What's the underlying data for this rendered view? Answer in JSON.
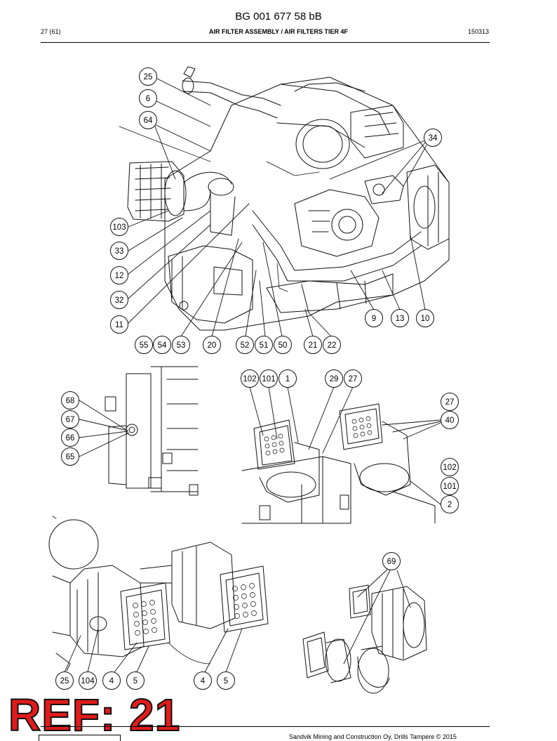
{
  "header": {
    "doc_number": "BG 001 677 58 bB",
    "page": "27 (61)",
    "title": "AIR FILTER ASSEMBLY / AIR FILTERS TIER 4F",
    "date_code": "150313"
  },
  "callouts": {
    "main": [
      "25",
      "6",
      "64",
      "34",
      "103",
      "33",
      "12",
      "32",
      "11",
      "9",
      "13",
      "10",
      "55",
      "54",
      "53",
      "20",
      "52",
      "51",
      "50",
      "21",
      "22"
    ],
    "side_detail": [
      "68",
      "67",
      "66",
      "65"
    ],
    "right_detail": [
      "102",
      "101",
      "1",
      "29",
      "27",
      "27",
      "40",
      "102",
      "101",
      "2"
    ],
    "lower_left_detail": [
      "25",
      "104",
      "4",
      "5",
      "4",
      "5"
    ],
    "exploded_detail": [
      "69"
    ]
  },
  "stamp": {
    "text": "REF: 21",
    "color": "#e11b1b"
  },
  "footer": {
    "text": "Sandvik Mining and Construction Oy, Drills Tampere © 2015"
  }
}
